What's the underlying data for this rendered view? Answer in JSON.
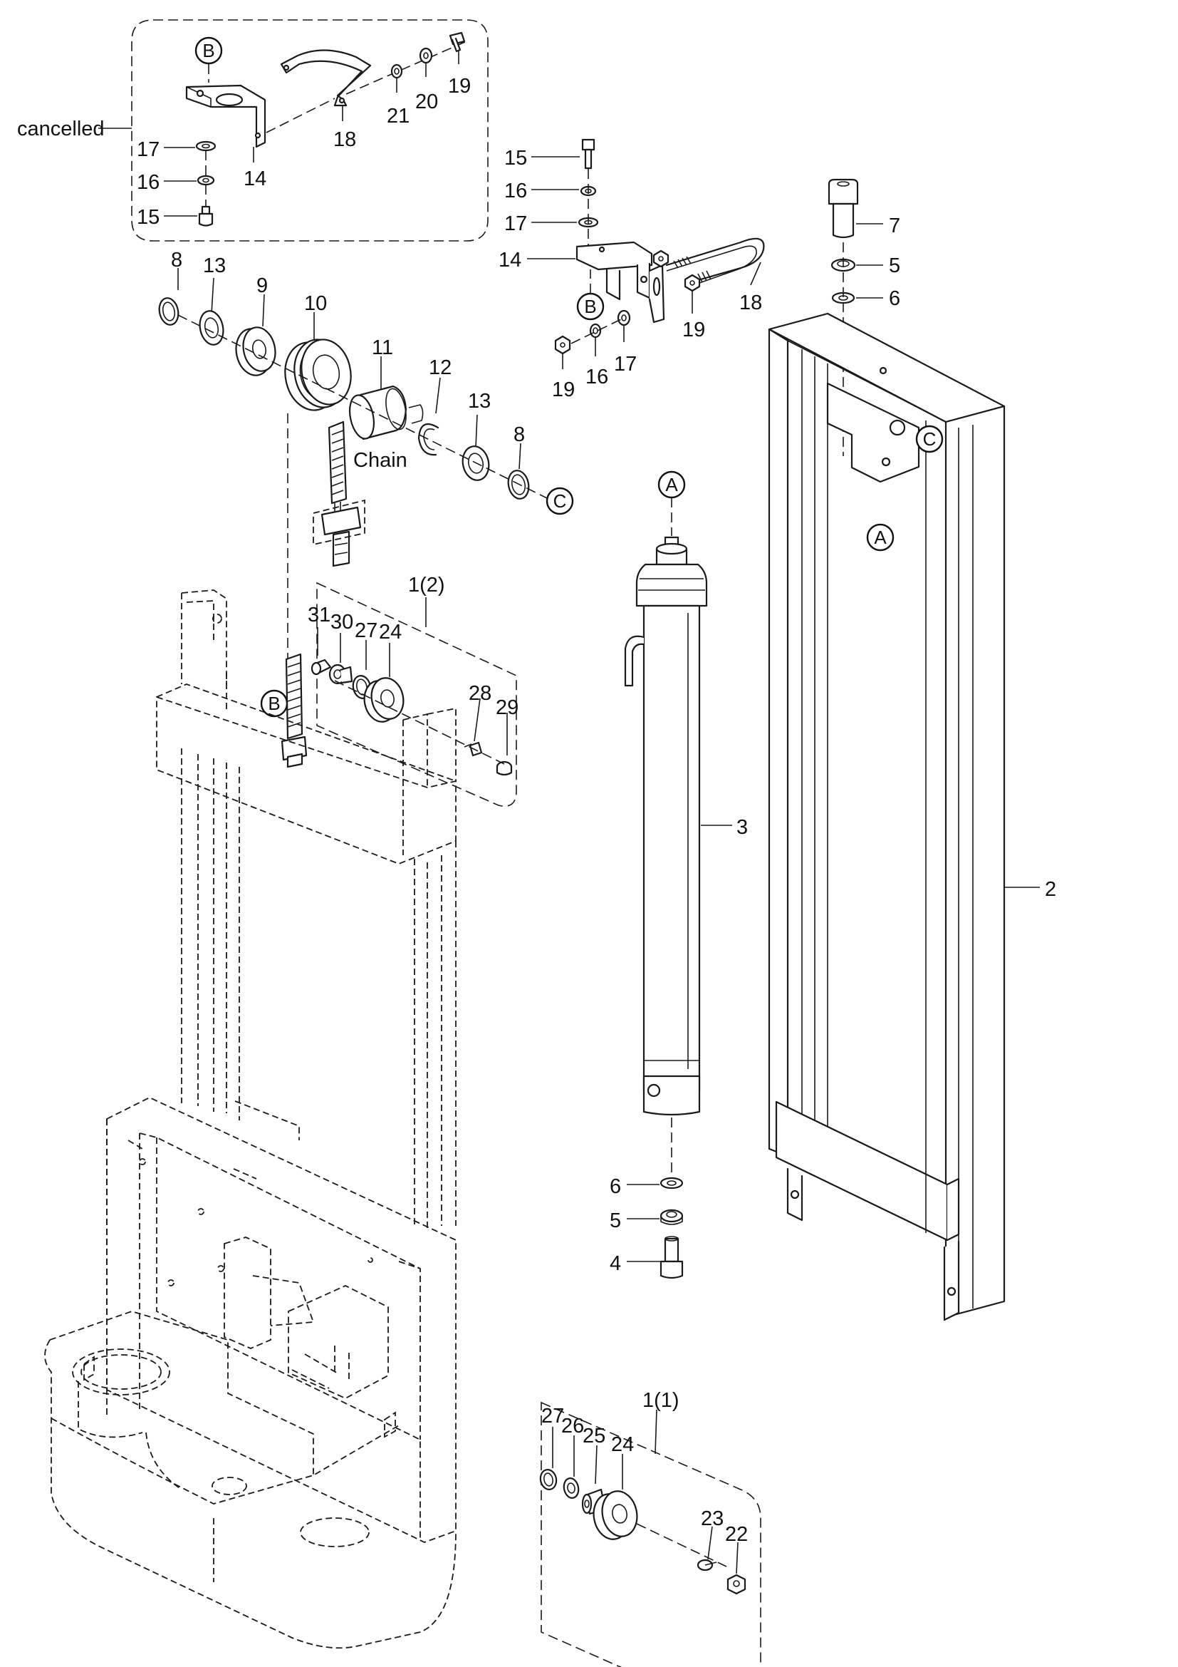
{
  "labels": {
    "cancelled": "cancelled",
    "chain": "Chain",
    "group_1_2": "1(2)",
    "group_1_1": "1(1)"
  },
  "refs": {
    "a": "A",
    "b": "B",
    "c": "C"
  },
  "callouts": {
    "n1": "1",
    "n2": "2",
    "n3": "3",
    "n4": "4",
    "n5": "5",
    "n6": "6",
    "n7": "7",
    "n8": "8",
    "n9": "9",
    "n10": "10",
    "n11": "11",
    "n12": "12",
    "n13": "13",
    "n14": "14",
    "n15": "15",
    "n16": "16",
    "n17": "17",
    "n18": "18",
    "n19": "19",
    "n20": "20",
    "n21": "21",
    "n22": "22",
    "n23": "23",
    "n24": "24",
    "n25": "25",
    "n26": "26",
    "n27": "27",
    "n28": "28",
    "n29": "29",
    "n30": "30",
    "n31": "31"
  },
  "colors": {
    "line": "#1a1a1a",
    "background": "#ffffff",
    "shade": "#d8d8d8"
  }
}
